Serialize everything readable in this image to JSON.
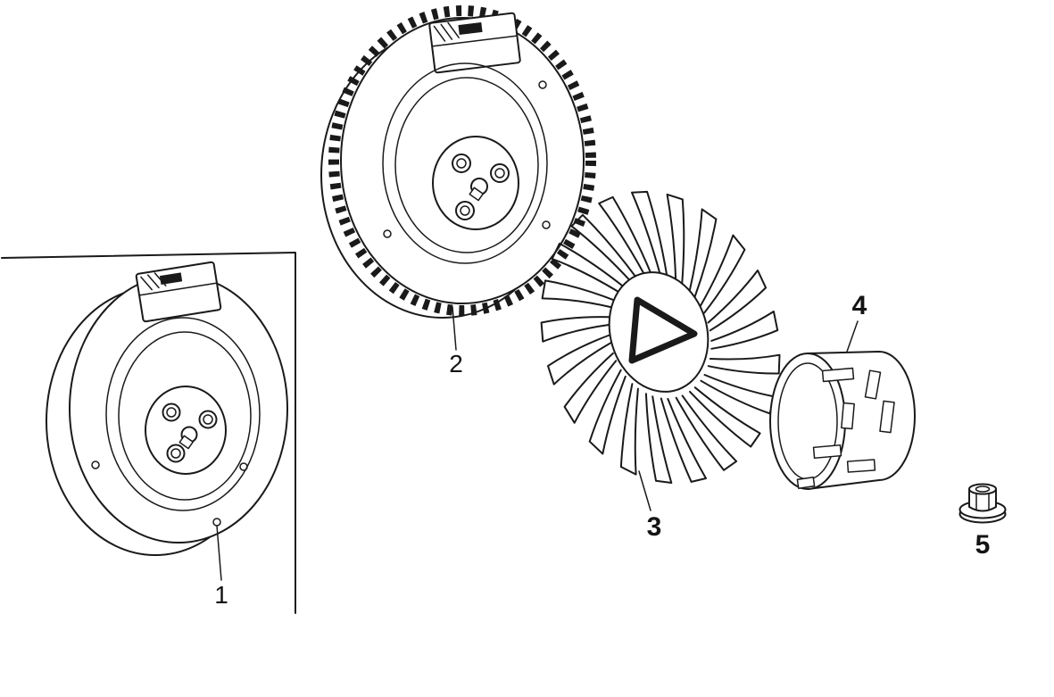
{
  "page": {
    "background_color": "#ffffff",
    "line_color": "#1a1a1a",
    "description_type": "exploded-parts-line-drawing"
  },
  "callouts": [
    {
      "label": "1",
      "part": "flywheel"
    },
    {
      "label": "2",
      "part": "flywheel-with-ring-gear"
    },
    {
      "label": "3",
      "part": "cooling-fan"
    },
    {
      "label": "4",
      "part": "fan-cover-cup"
    },
    {
      "label": "5",
      "part": "flange-nut"
    }
  ]
}
